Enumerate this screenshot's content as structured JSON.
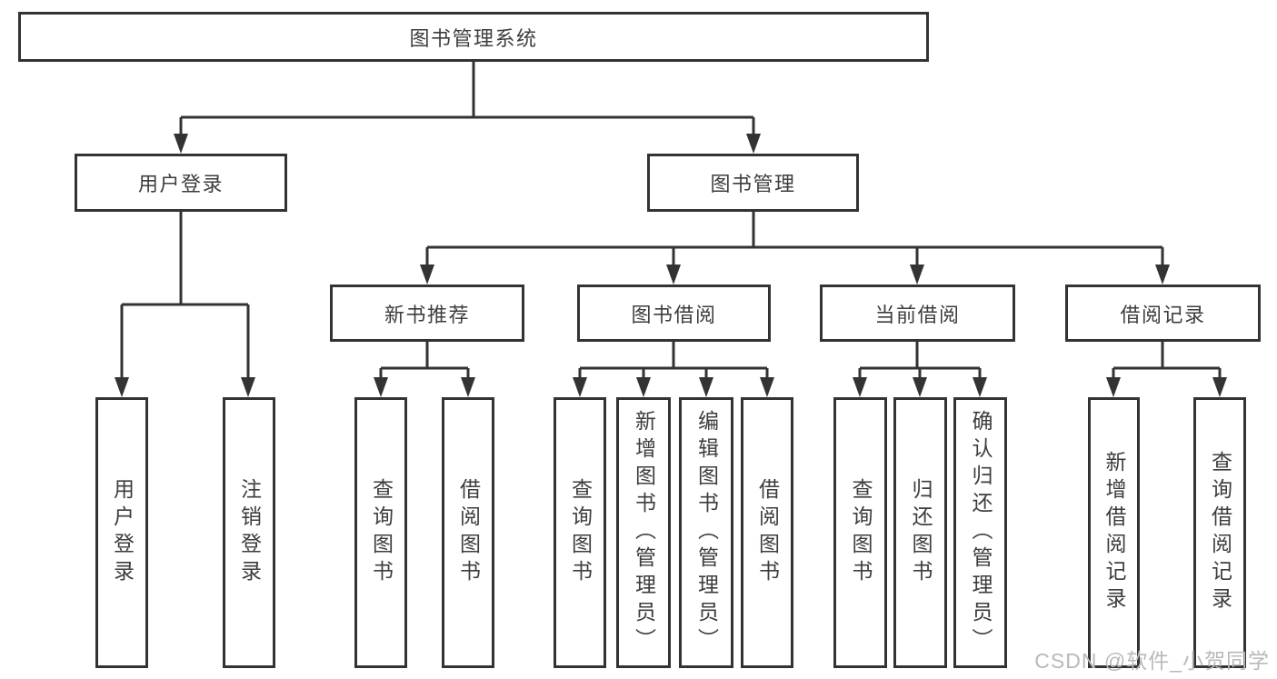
{
  "colors": {
    "line": "#333333",
    "node_border": "#333333",
    "node_text": "#3d3d3d",
    "background": "#ffffff",
    "watermark": "#b9b9b9"
  },
  "diagram": {
    "root": "图书管理系统",
    "level2": [
      "用户登录",
      "图书管理"
    ],
    "level3": [
      "新书推荐",
      "图书借阅",
      "当前借阅",
      "借阅记录"
    ],
    "leaves": {
      "user_login": [
        "用户登录",
        "注销登录"
      ],
      "new_book": [
        "查询图书",
        "借阅图书"
      ],
      "book_borrow": [
        "查询图书",
        "新增图书（管理员）",
        "编辑图书（管理员）",
        "借阅图书"
      ],
      "current_borrow": [
        "查询图书",
        "归还图书",
        "确认归还（管理员）"
      ],
      "borrow_record": [
        "新增借阅记录",
        "查询借阅记录"
      ]
    }
  },
  "watermark": "CSDN @软件_小贺同学"
}
